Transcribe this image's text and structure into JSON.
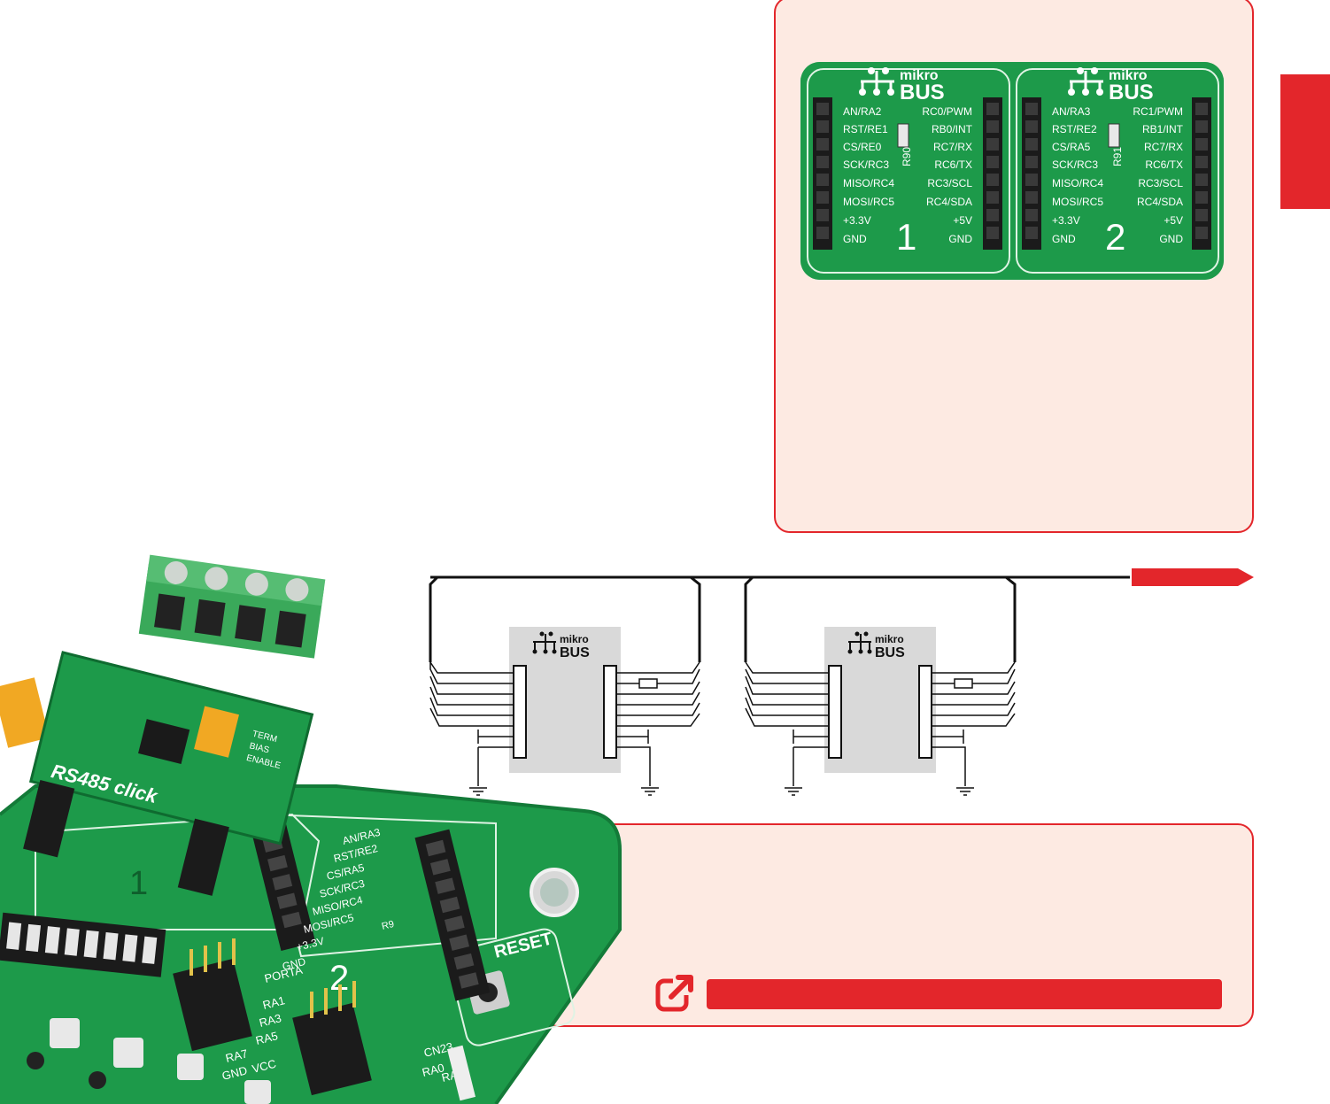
{
  "mikrobus_photo": {
    "logo_top": "mikro",
    "logo_bottom": "BUS",
    "socket1": {
      "number": "1",
      "left_pins": [
        "AN/RA2",
        "RST/RE1",
        "CS/RE0",
        "SCK/RC3",
        "MISO/RC4",
        "MOSI/RC5",
        "+3.3V",
        "GND"
      ],
      "right_pins": [
        "RC0/PWM",
        "RB0/INT",
        "RC7/RX",
        "RC6/TX",
        "RC3/SCL",
        "RC4/SDA",
        "+5V",
        "GND"
      ],
      "resistor": "R90"
    },
    "socket2": {
      "number": "2",
      "left_pins": [
        "AN/RA3",
        "RST/RE2",
        "CS/RA5",
        "SCK/RC3",
        "MISO/RC4",
        "MOSI/RC5",
        "+3.3V",
        "GND"
      ],
      "right_pins": [
        "RC1/PWM",
        "RB1/INT",
        "RC7/RX",
        "RC6/TX",
        "RC3/SCL",
        "RC4/SDA",
        "+5V",
        "GND"
      ],
      "resistor": "R91"
    }
  },
  "schematic": {
    "logo_top": "mikro",
    "logo_bottom": "BUS"
  },
  "board_photo": {
    "click_name": "RS485 click",
    "reset_label": "RESET",
    "socket1_number": "1",
    "socket2_number": "2",
    "socket2_pins": [
      "AN/RA3",
      "RST/RE2",
      "CS/RA5",
      "SCK/RC3",
      "MISO/RC4",
      "MOSI/RC5",
      "+3.3V",
      "GND"
    ],
    "labels": [
      "TERM",
      "BIAS",
      "ENABLE",
      "PORTA",
      "VCC",
      "GND",
      "CN23",
      "RA0",
      "RA1",
      "RA2",
      "RA3",
      "RA5",
      "RA7",
      "R9"
    ]
  },
  "colors": {
    "accent": "#e3262b",
    "panel": "#fdeae2",
    "pcb_green": "#1d9a4a"
  },
  "icons": {
    "link": "external-link-icon"
  }
}
